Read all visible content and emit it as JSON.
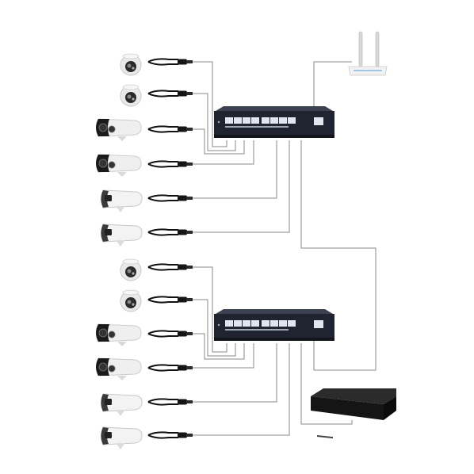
{
  "diagram": {
    "description_labels": [],
    "groups": [
      {
        "switch": {
          "kind": "poe-switch",
          "ports": 9,
          "uplink_ports": 1
        },
        "cameras": [
          "dome",
          "dome",
          "bullet-black",
          "bullet-black",
          "bullet-white",
          "bullet-white"
        ],
        "uplink": "router"
      },
      {
        "switch": {
          "kind": "poe-switch",
          "ports": 9,
          "uplink_ports": 1
        },
        "cameras": [
          "dome",
          "dome",
          "bullet-black",
          "bullet-black",
          "bullet-white",
          "bullet-white"
        ],
        "uplink": "nvr"
      }
    ],
    "devices": {
      "router": {
        "icon": "router-icon",
        "color": "#f2f2f2"
      },
      "nvr": {
        "icon": "nvr-icon",
        "color": "#1a1a1a"
      }
    },
    "colors": {
      "wire": "#8a8a8a",
      "switch_body": "#1f2430",
      "port": "#dfe6ee"
    }
  }
}
